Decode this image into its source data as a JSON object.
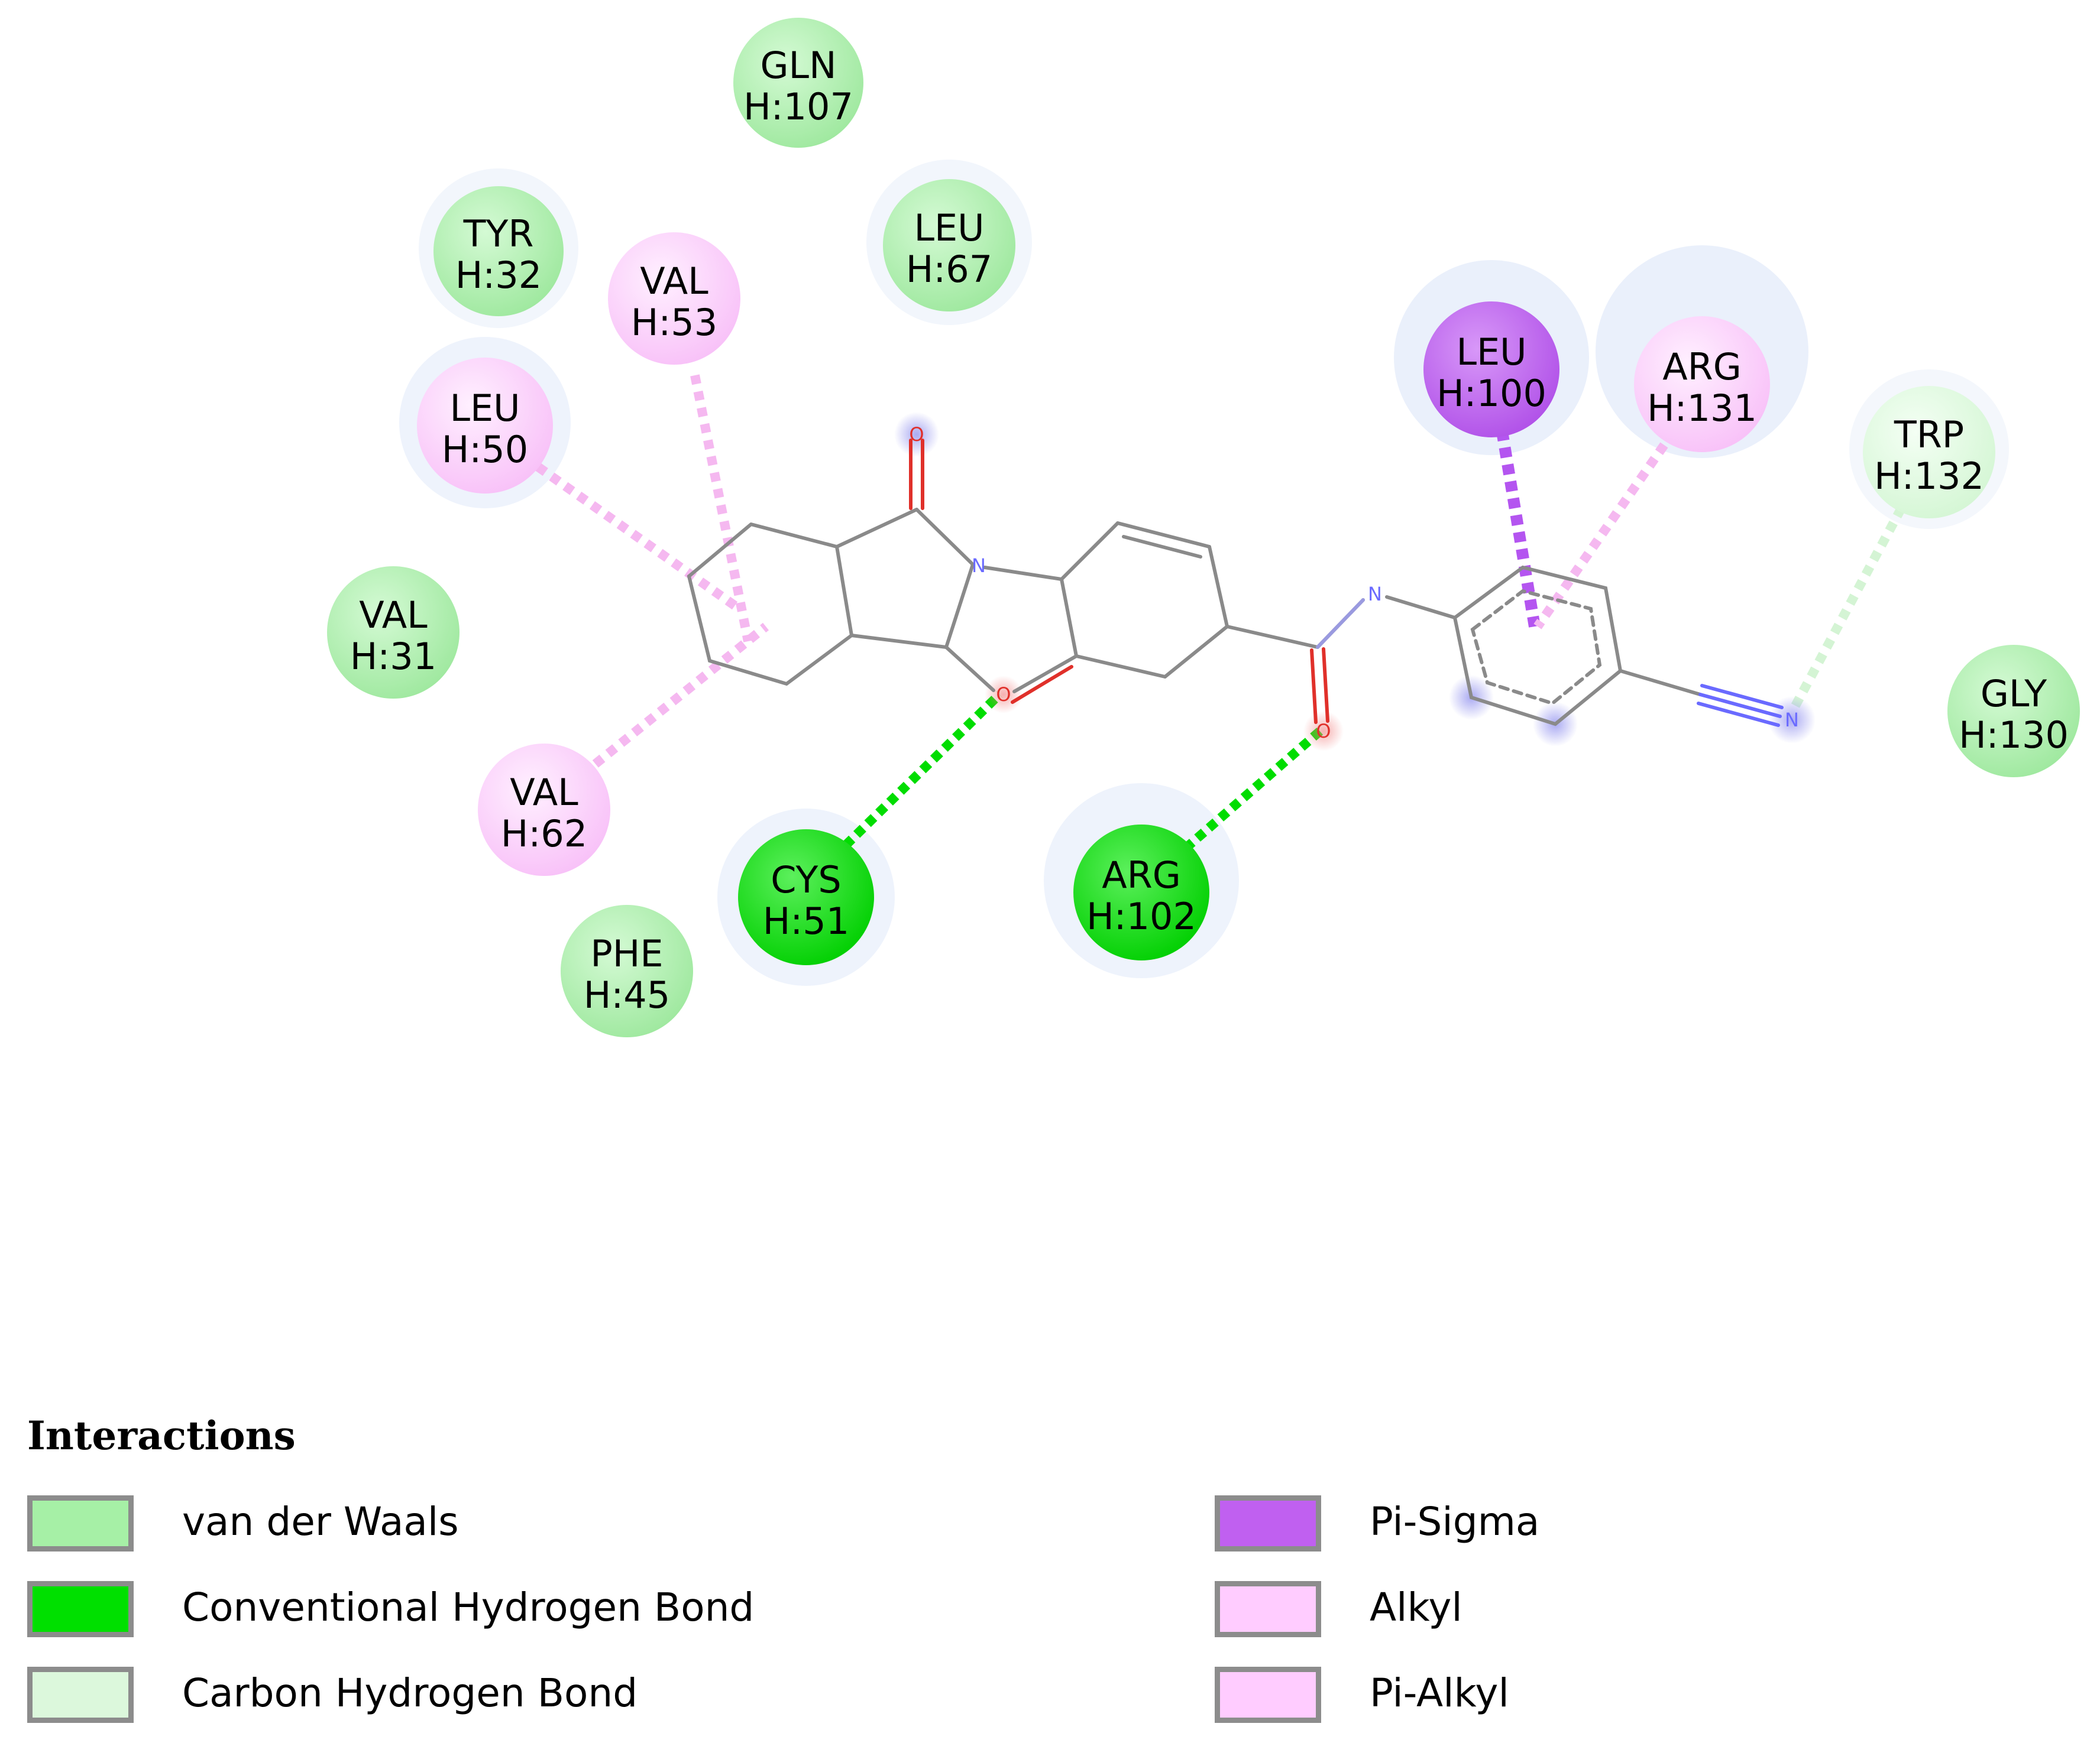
{
  "colors": {
    "vdw": "#a6f0a6",
    "hbond": "#00e000",
    "chbond": "#dcf8dc",
    "pi_sigma": "#c060f0",
    "alkyl": "#ffccff",
    "pi_alkyl": "#ffccff",
    "bond": "#8a8a8a",
    "oxygen": "#ff0000",
    "nitrogen": "#6a6aff",
    "halo": "#eef3fc"
  },
  "residues": [
    {
      "id": "gln107",
      "name": "GLN",
      "num": "H:107",
      "type": "vdw"
    },
    {
      "id": "tyr32",
      "name": "TYR",
      "num": "H:32",
      "type": "vdw"
    },
    {
      "id": "leu67",
      "name": "LEU",
      "num": "H:67",
      "type": "vdw"
    },
    {
      "id": "val53",
      "name": "VAL",
      "num": "H:53",
      "type": "alkyl"
    },
    {
      "id": "leu50",
      "name": "LEU",
      "num": "H:50",
      "type": "alkyl"
    },
    {
      "id": "val31",
      "name": "VAL",
      "num": "H:31",
      "type": "vdw"
    },
    {
      "id": "val62",
      "name": "VAL",
      "num": "H:62",
      "type": "alkyl"
    },
    {
      "id": "phe45",
      "name": "PHE",
      "num": "H:45",
      "type": "vdw"
    },
    {
      "id": "cys51",
      "name": "CYS",
      "num": "H:51",
      "type": "hbond"
    },
    {
      "id": "arg102",
      "name": "ARG",
      "num": "H:102",
      "type": "hbond"
    },
    {
      "id": "leu100",
      "name": "LEU",
      "num": "H:100",
      "type": "pi_sigma"
    },
    {
      "id": "arg131",
      "name": "ARG",
      "num": "H:131",
      "type": "pi_alkyl"
    },
    {
      "id": "trp132",
      "name": "TRP",
      "num": "H:132",
      "type": "chbond"
    },
    {
      "id": "gly130",
      "name": "GLY",
      "num": "H:130",
      "type": "vdw"
    }
  ],
  "atoms": {
    "oxygen": "O",
    "nitrogen": "N"
  },
  "legend": {
    "title": "Interactions",
    "items": [
      {
        "label": "van der Waals",
        "type": "vdw"
      },
      {
        "label": "Conventional Hydrogen Bond",
        "type": "hbond"
      },
      {
        "label": "Carbon Hydrogen Bond",
        "type": "chbond"
      },
      {
        "label": "Pi-Sigma",
        "type": "pi_sigma"
      },
      {
        "label": "Alkyl",
        "type": "alkyl"
      },
      {
        "label": "Pi-Alkyl",
        "type": "pi_alkyl"
      }
    ]
  }
}
